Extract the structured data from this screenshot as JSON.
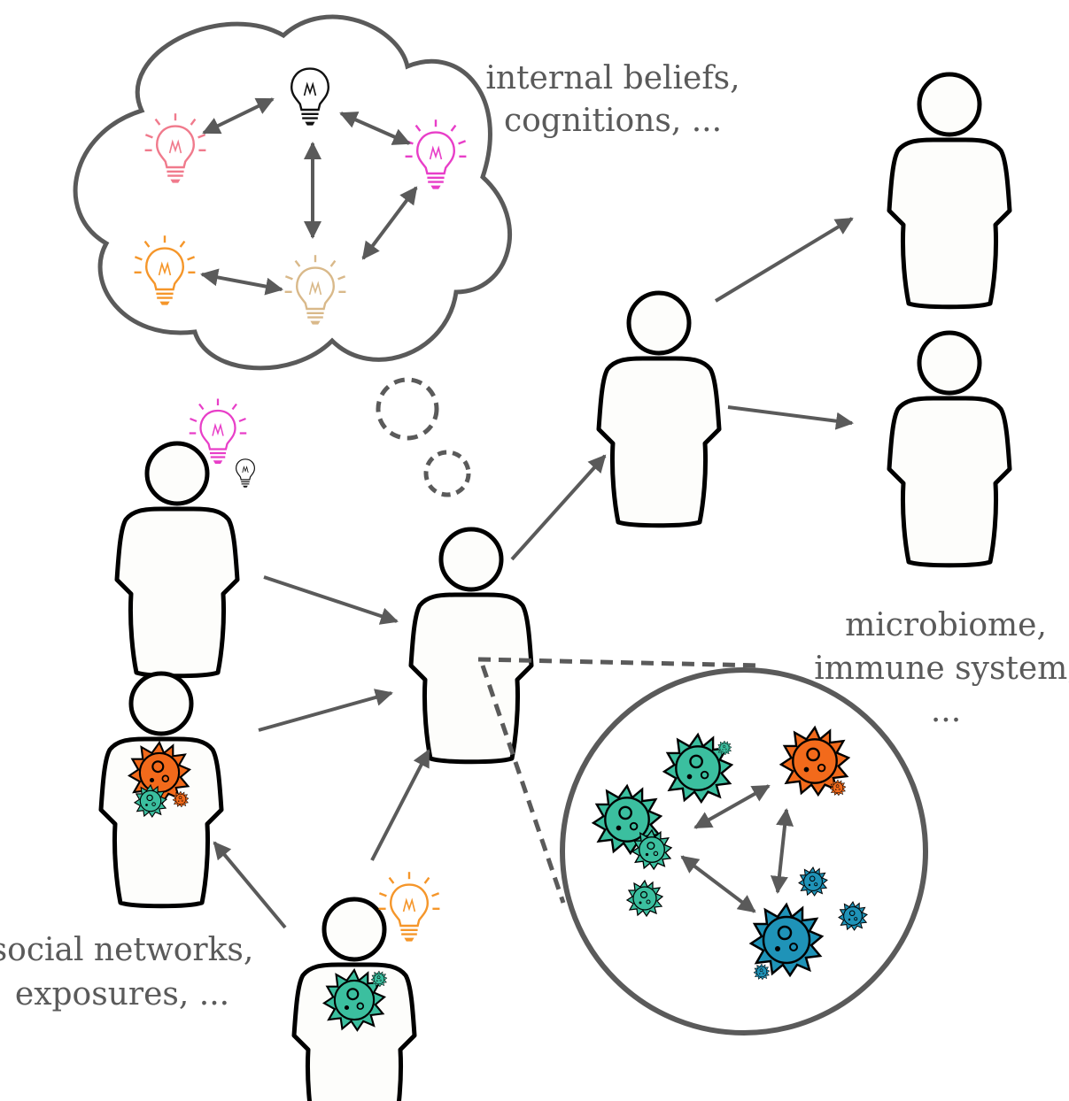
{
  "labels": {
    "internal_line1": "internal beliefs,",
    "internal_line2": "cognitions, ...",
    "microbiome_line1": "microbiome,",
    "microbiome_line2": "immune system,",
    "microbiome_line3": "...",
    "social_line1": "social networks,",
    "social_line2": "exposures, ..."
  },
  "colors": {
    "arrow": "#5a5a5a",
    "bulb_black": "#111111",
    "bulb_pink": "#f07a8c",
    "bulb_magenta": "#e83ec8",
    "bulb_orange": "#f5962a",
    "bulb_tan": "#d9b98a",
    "microbe_green": "#3bbf9f",
    "microbe_orange": "#f26a1b",
    "microbe_blue": "#1f93b8"
  },
  "icons": {
    "person": "person-icon",
    "bulb": "lightbulb-icon",
    "microbe": "microbe-icon",
    "cloud": "thought-cloud"
  }
}
